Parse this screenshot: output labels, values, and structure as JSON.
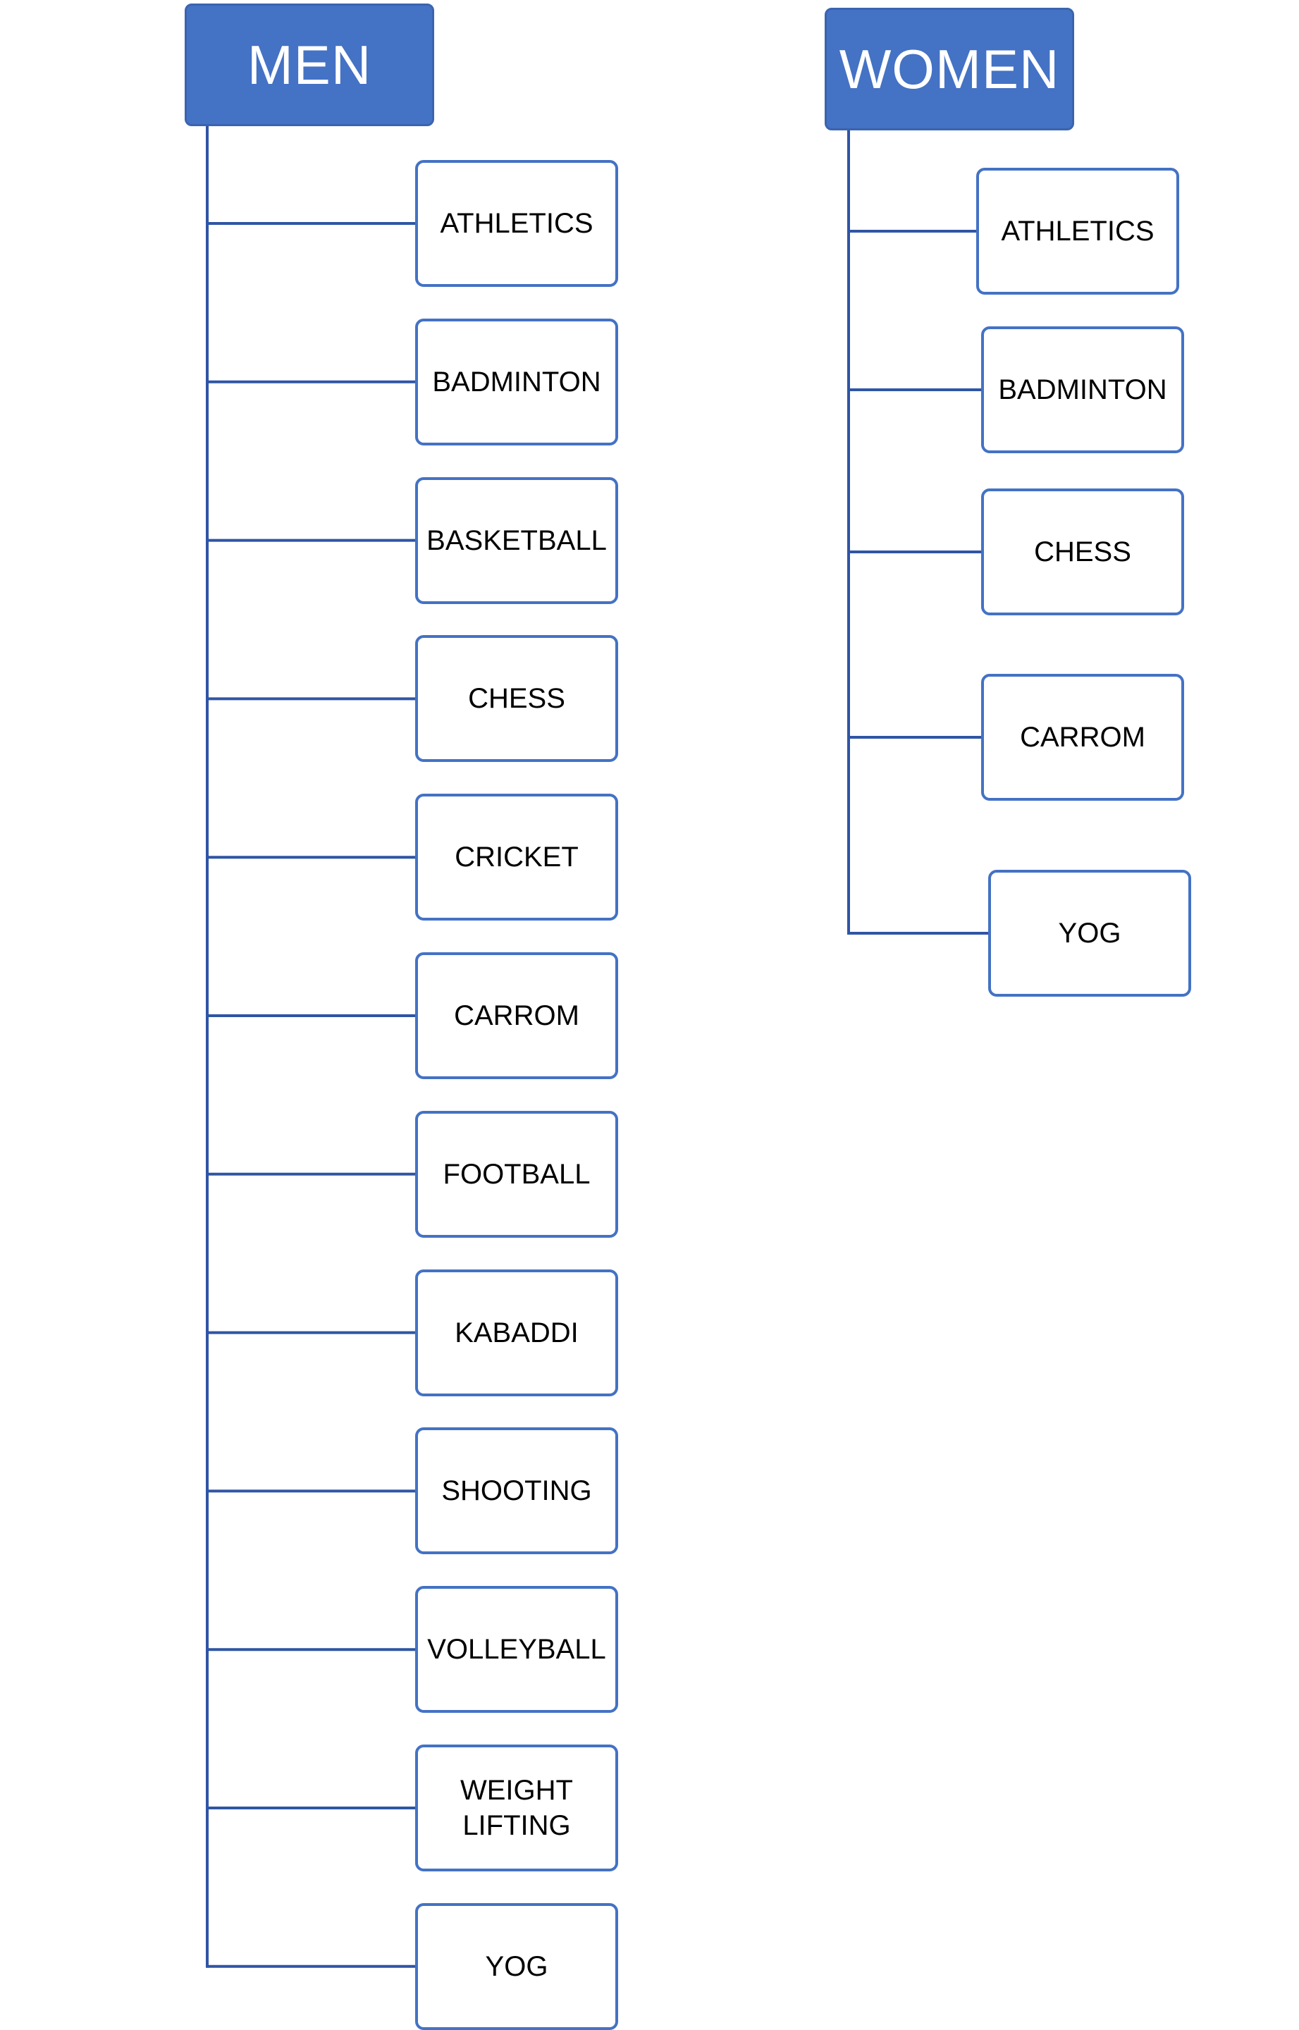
{
  "colors": {
    "header_fill": "#4472C4",
    "box_border": "#4472C4",
    "connector": "#2F55A4"
  },
  "men": {
    "title": "MEN",
    "items": [
      "ATHLETICS",
      "BADMINTON",
      "BASKETBALL",
      "CHESS",
      "CRICKET",
      "CARROM",
      "FOOTBALL",
      "KABADDI",
      "SHOOTING",
      "VOLLEYBALL",
      "WEIGHT\nLIFTING",
      "YOG"
    ]
  },
  "women": {
    "title": "WOMEN",
    "items": [
      "ATHLETICS",
      "BADMINTON",
      "CHESS",
      "CARROM",
      "YOG"
    ]
  }
}
